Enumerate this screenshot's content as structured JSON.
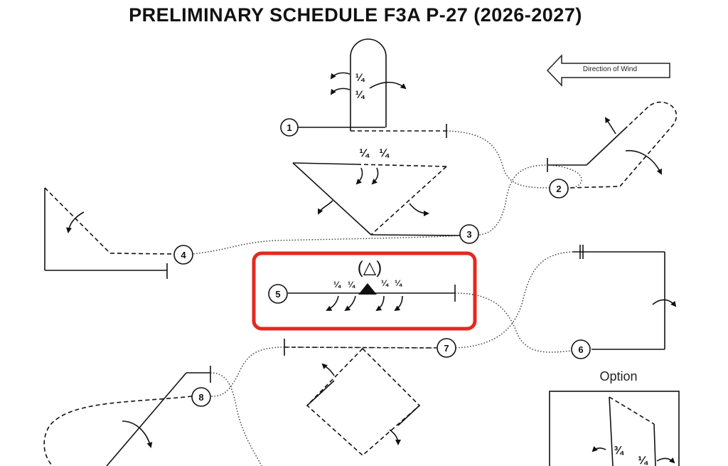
{
  "title": "PRELIMINARY  SCHEDULE  F3A P-27 (2026-2027)",
  "wind_label": "Direction of Wind",
  "option_label": "Option",
  "maneuver_numbers": [
    "1",
    "2",
    "3",
    "4",
    "5",
    "6",
    "7",
    "8"
  ],
  "roll_fractions": {
    "quarter": "¼",
    "three_quarter": "¾"
  },
  "maneuver_5_symbol": "(△)",
  "highlight_color": "#e5281f"
}
